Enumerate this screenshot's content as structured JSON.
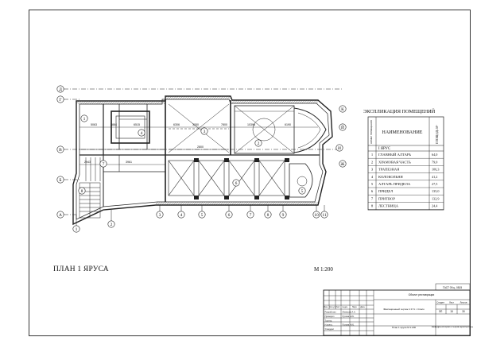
{
  "sheet": {
    "title": "ПЛАН 1 ЯРУСА",
    "scale": "М 1:200"
  },
  "plan": {
    "axis_letters": [
      "Д",
      "Г",
      "В",
      "Б",
      "А"
    ],
    "axis_letters_right": [
      "К",
      "Й",
      "И",
      "Ж"
    ],
    "axis_numbers": [
      "1",
      "2",
      "3",
      "4",
      "5",
      "6",
      "7",
      "8",
      "9",
      "10",
      "11"
    ],
    "room_numbers": [
      "1",
      "2",
      "3",
      "4",
      "5",
      "6",
      "7",
      "8"
    ],
    "dims_row1": [
      "5063",
      "3884",
      "6515",
      "6306",
      "3050",
      "7800",
      "10396",
      "6190"
    ],
    "dims_row2": [
      "2943",
      "3961",
      "2800"
    ]
  },
  "explication": {
    "title": "ЭКСПЛИКАЦИЯ ПОМЕЩЕНИЙ",
    "col_num": "НОМЕР ПОМЕЩЕНИЯ",
    "col_name": "НАИМЕНОВАНИЕ",
    "col_area": "ПЛОЩАДЬ М²",
    "section": "I ЯРУС",
    "rows": [
      {
        "n": "1",
        "name": "ГЛАВНЫЙ АЛТАРЬ",
        "area": "64,0"
      },
      {
        "n": "2",
        "name": "ХРАМОВАЯ ЧАСТЬ",
        "area": "79,0"
      },
      {
        "n": "3",
        "name": "ТРАПЕЗНАЯ",
        "area": "106,3"
      },
      {
        "n": "4",
        "name": "КОЛОКОЛЬНЯ",
        "area": "41,2"
      },
      {
        "n": "5",
        "name": "АЛТАРЬ ПРИДЕЛА",
        "area": "27,5"
      },
      {
        "n": "6",
        "name": "ПРИДЕЛ",
        "area": "135,0"
      },
      {
        "n": "7",
        "name": "ПРИТВОР",
        "area": "132,9"
      },
      {
        "n": "8",
        "name": "ЛЕСТНИЦА",
        "area": "24,4"
      }
    ]
  },
  "stamp": {
    "code": "ТАСТ 09-ц. 0815",
    "object": "Объект реставрации",
    "roles": [
      "Разработал",
      "Проверил",
      "Т.контр.",
      "Н.контр.",
      "Утвердил"
    ],
    "names": [
      "Лемешев А.А.",
      "Пухова Н.Ю.",
      "",
      "Пухова Н.Ю.",
      ""
    ],
    "col_heads": [
      "Изм.",
      "Кол.уч",
      "Лист",
      "№док.",
      "Подп.",
      "Дата"
    ],
    "stage_head": [
      "Стадия",
      "Лист",
      "Листов"
    ],
    "stage_vals": [
      "ЭП",
      "15",
      "30"
    ],
    "sheet_desc": "Фиксационный чертеж 1:171 г. Спасо",
    "drawing": "План 1 яруса М 1:200",
    "org": "Кафедра истории и теории архитектуры"
  }
}
